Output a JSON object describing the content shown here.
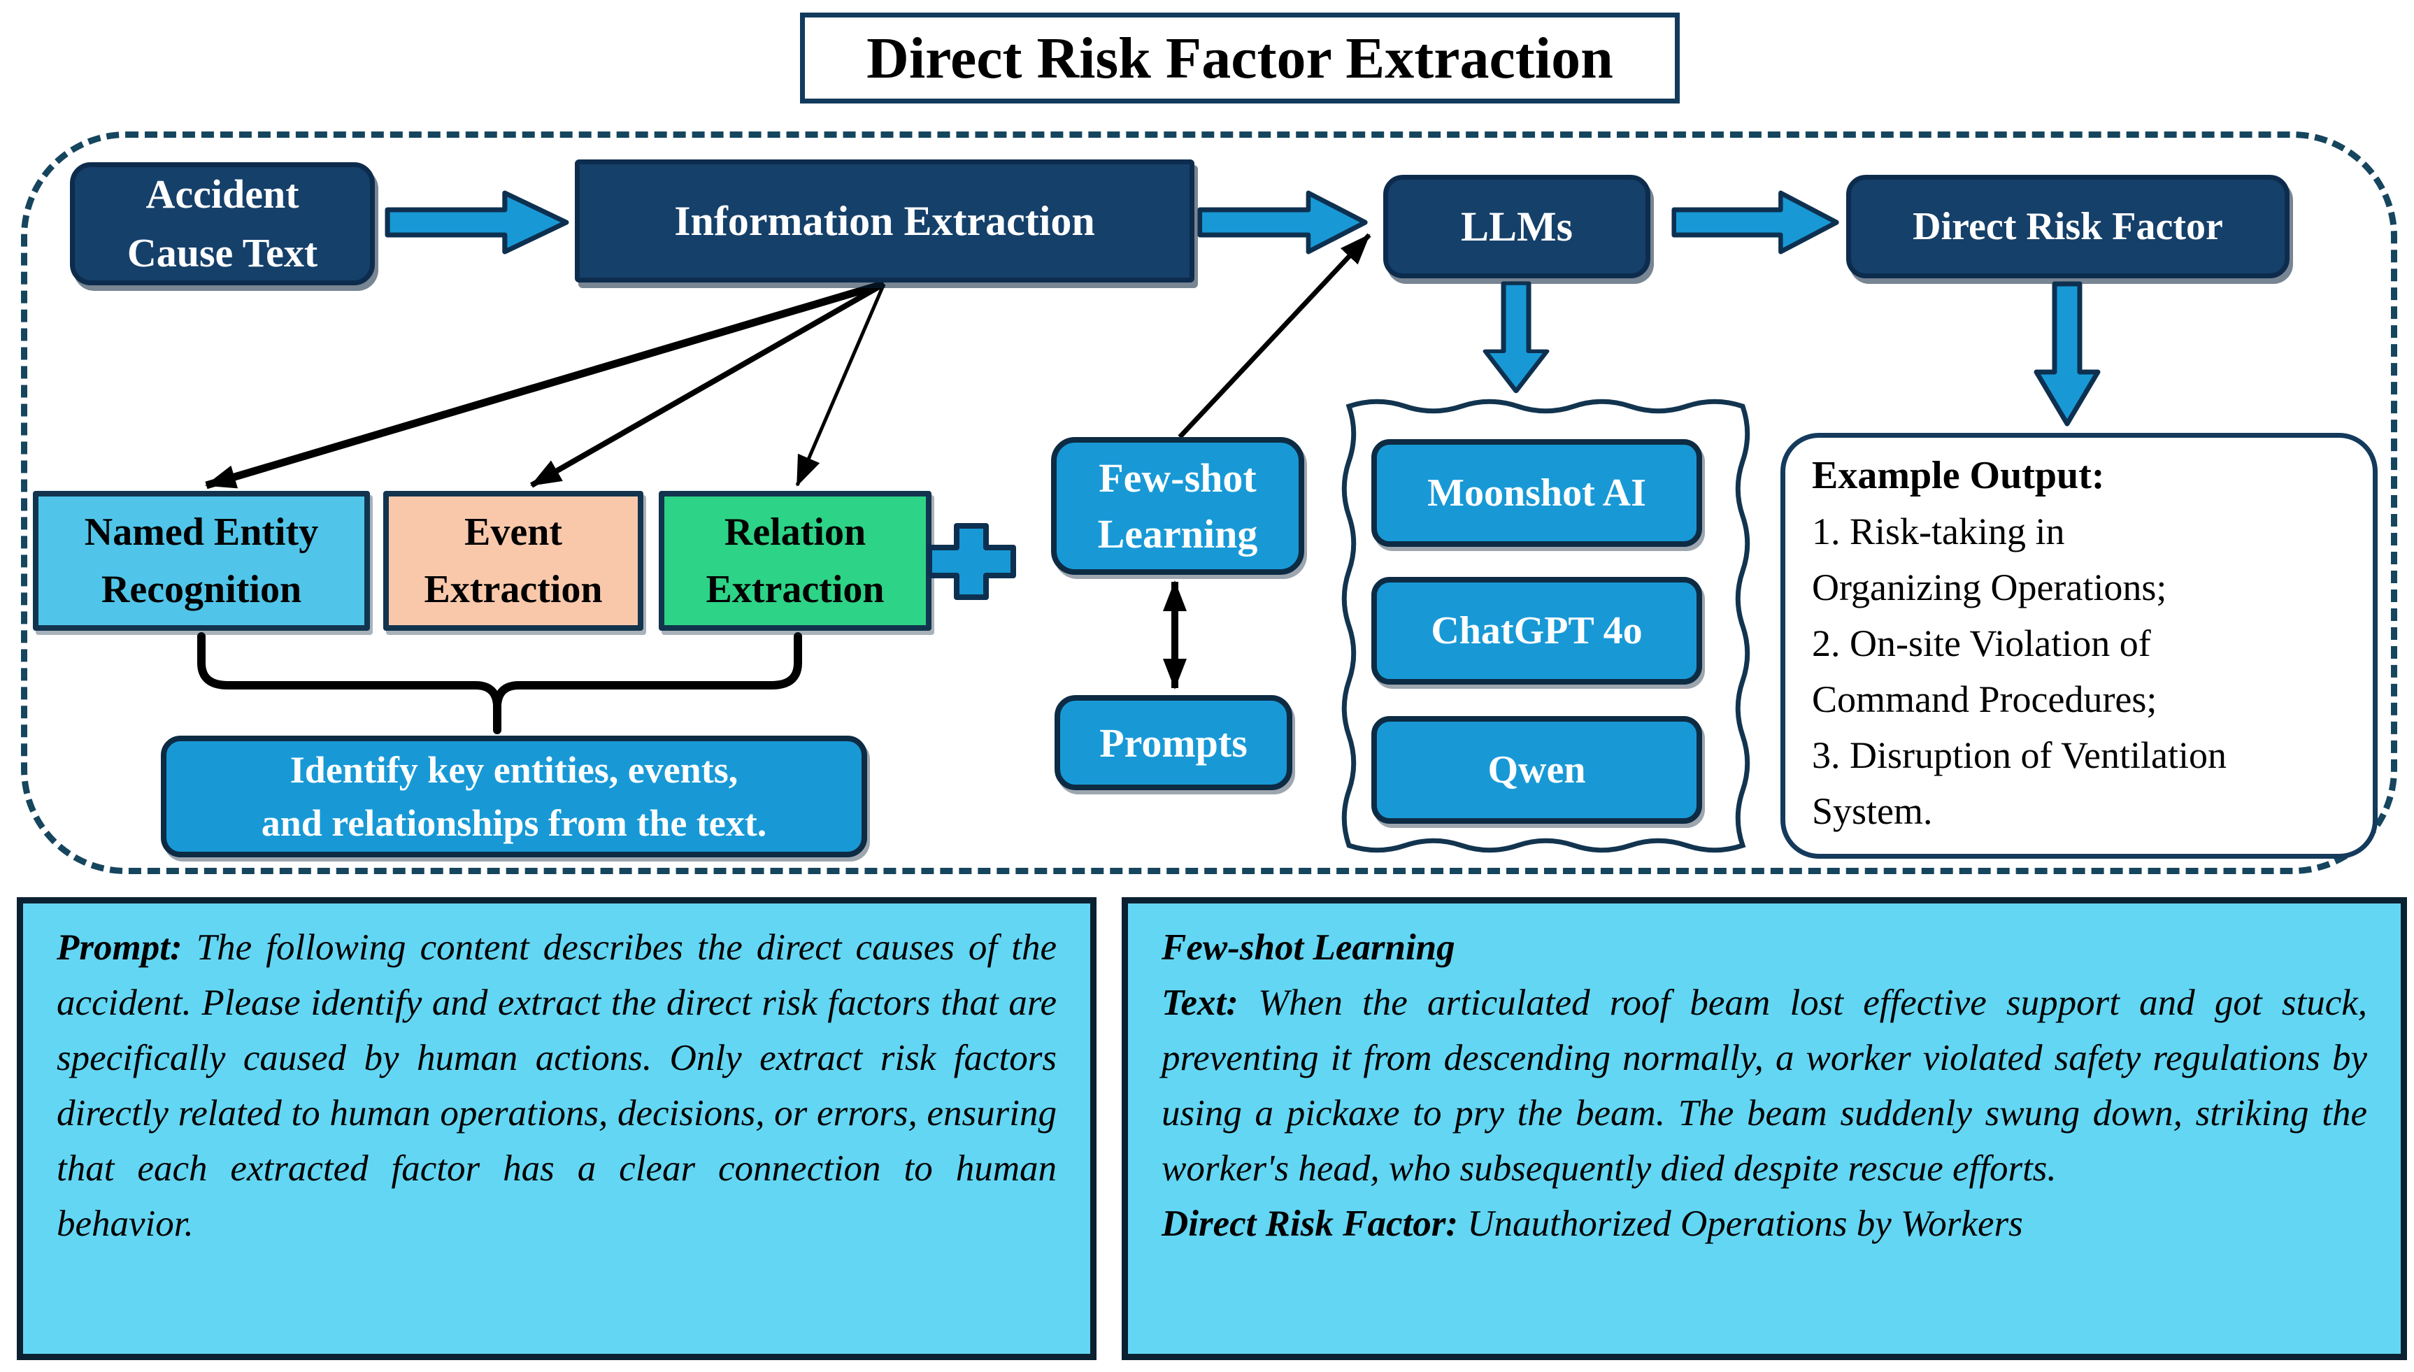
{
  "title": "Direct Risk Factor Extraction",
  "colors": {
    "navy_fill": "#15406a",
    "navy_border": "#0d2c4d",
    "accent_blue": "#1899d6",
    "ner_fill": "#50c5e9",
    "event_fill": "#f9c8ab",
    "relation_fill": "#2dd386",
    "panel_fill": "#63d6f3",
    "outline_dark": "#12344f"
  },
  "flow": {
    "accident_box": {
      "line1": "Accident",
      "line2": "Cause Text"
    },
    "information_extraction": "Information Extraction",
    "llms": "LLMs",
    "direct_risk_factor": "Direct Risk Factor"
  },
  "extraction_boxes": [
    {
      "line1": "Named Entity",
      "line2": "Recognition"
    },
    {
      "line1": "Event",
      "line2": "Extraction"
    },
    {
      "line1": "Relation",
      "line2": "Extraction"
    }
  ],
  "plus_icon": "plus",
  "few_shot_box": {
    "line1": "Few-shot",
    "line2": "Learning"
  },
  "prompts_box": "Prompts",
  "llm_models": [
    "Moonshot AI",
    "ChatGPT 4o",
    "Qwen"
  ],
  "identify_box": {
    "line1": "Identify key entities, events,",
    "line2": "and relationships from the text."
  },
  "example_output": {
    "title": "Example Output:",
    "lines": [
      "1. Risk-taking in",
      "Organizing Operations;",
      "2. On-site Violation of",
      "Command Procedures;",
      "3. Disruption of Ventilation",
      "System."
    ]
  },
  "prompt_panel": {
    "prefix": "Prompt:",
    "body": " The following content describes the direct causes of the accident. Please identify and extract the direct risk factors that are specifically caused by human actions. Only extract risk factors directly related to human operations, decisions, or errors, ensuring that each extracted factor has a clear connection to human behavior."
  },
  "few_shot_panel": {
    "heading": "Few-shot Learning",
    "text_prefix": "Text:",
    "text_body": " When the articulated roof beam lost effective support and got stuck, preventing it from descending normally, a worker violated safety regulations by using a pickaxe to pry the beam. The beam suddenly swung down, striking the worker's head, who subsequently died despite rescue efforts.",
    "factor_prefix": "Direct Risk Factor:",
    "factor_body": " Unauthorized Operations by Workers"
  }
}
